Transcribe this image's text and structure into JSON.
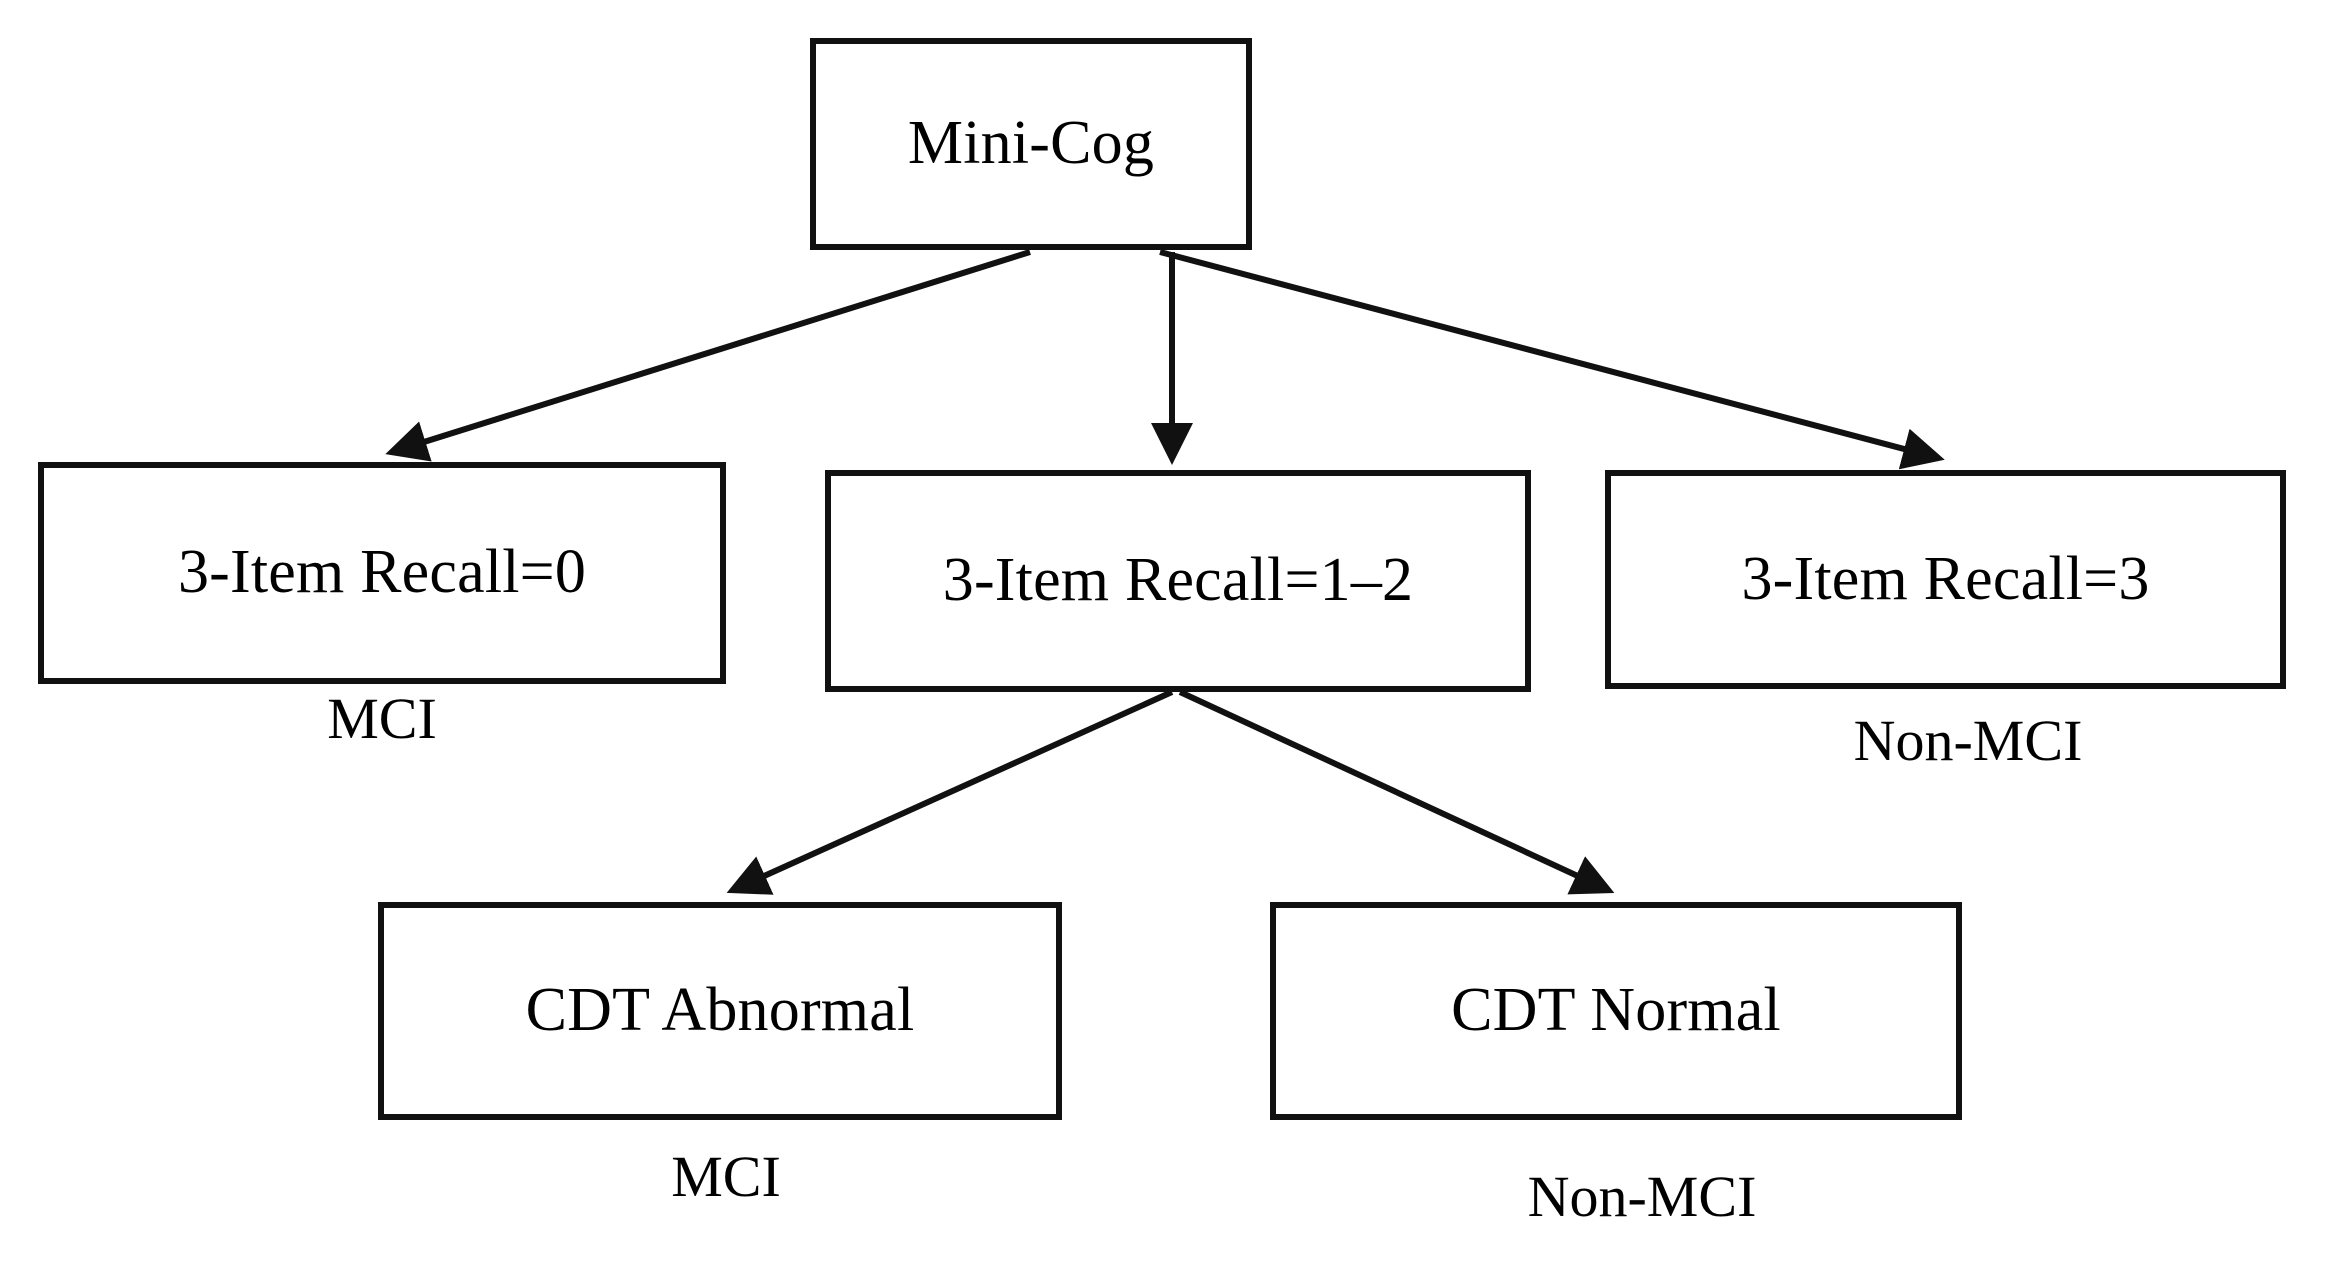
{
  "diagram": {
    "title": "Mini-Cog",
    "type": "flowchart",
    "nodes": {
      "root": {
        "label": "Mini-Cog"
      },
      "recall0": {
        "label": "3-Item Recall=0"
      },
      "recall12": {
        "label": "3-Item Recall=1–2"
      },
      "recall3": {
        "label": "3-Item Recall=3"
      },
      "cdt_abnormal": {
        "label": "CDT Abnormal"
      },
      "cdt_normal": {
        "label": "CDT Normal"
      }
    },
    "outcomes": {
      "recall0": "MCI",
      "recall3": "Non-MCI",
      "cdt_abnormal": "MCI",
      "cdt_normal": "Non-MCI"
    },
    "colors": {
      "stroke": "#111111",
      "background": "#ffffff",
      "text": "#000000"
    }
  }
}
